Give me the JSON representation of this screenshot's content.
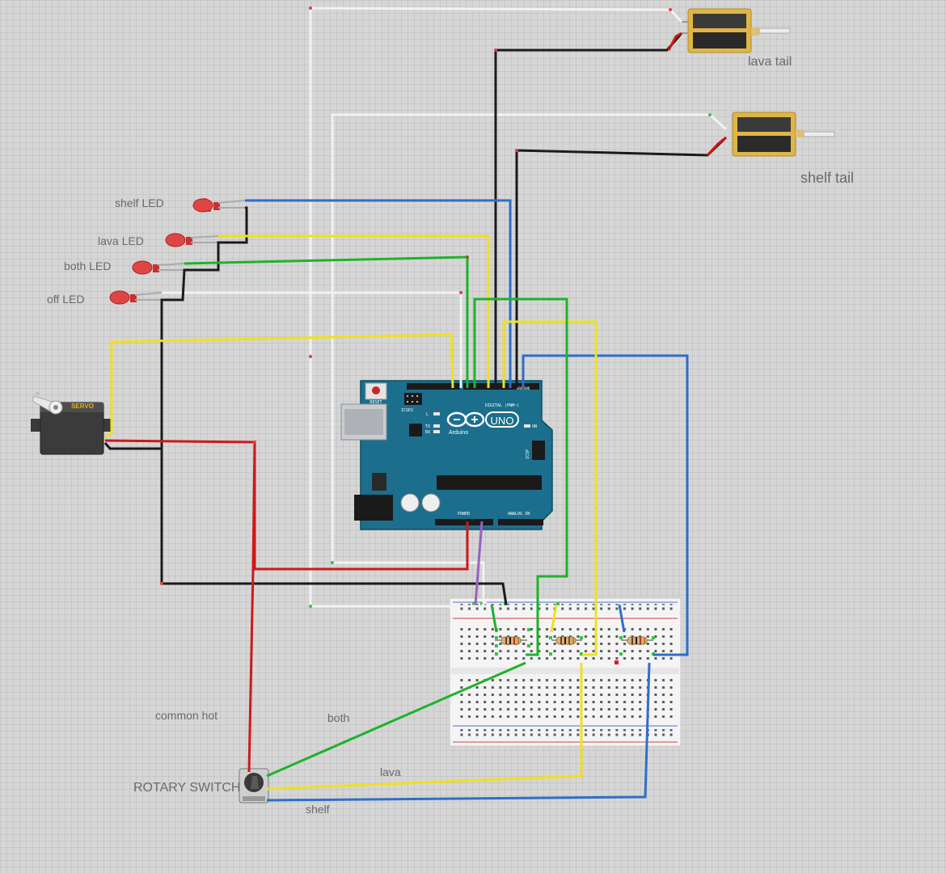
{
  "labels": {
    "lava_tail": "lava tail",
    "shelf_tail": "shelf tail",
    "shelf_led": "shelf LED",
    "lava_led": "lava LED",
    "both_led": "both LED",
    "off_led": "off LED",
    "common_hot": "common hot",
    "both": "both",
    "lava": "lava",
    "shelf": "shelf",
    "rotary_switch": "ROTARY SWITCH"
  },
  "board": {
    "reset": "RESET",
    "icsp": "ICSP",
    "icsp2": "ICSP2",
    "logo": "UNO",
    "brand": "Arduino",
    "digital": "DIGITAL (PWM~)",
    "power": "POWER",
    "analog": "ANALOG IN",
    "on": "ON",
    "tx": "TX",
    "rx": "RX",
    "l": "L",
    "aref": "AREF",
    "gnd": "GND"
  },
  "servo_label": "SERVO",
  "colors": {
    "wire_white": "#f2f2f2",
    "wire_black": "#1a1a1a",
    "wire_red": "#d01818",
    "wire_blue": "#2e6fc8",
    "wire_yellow": "#f0e020",
    "wire_green": "#1db32a",
    "wire_purple": "#9b5fc0",
    "board_teal": "#1b6f8c",
    "solenoid_gold": "#e0b547"
  }
}
